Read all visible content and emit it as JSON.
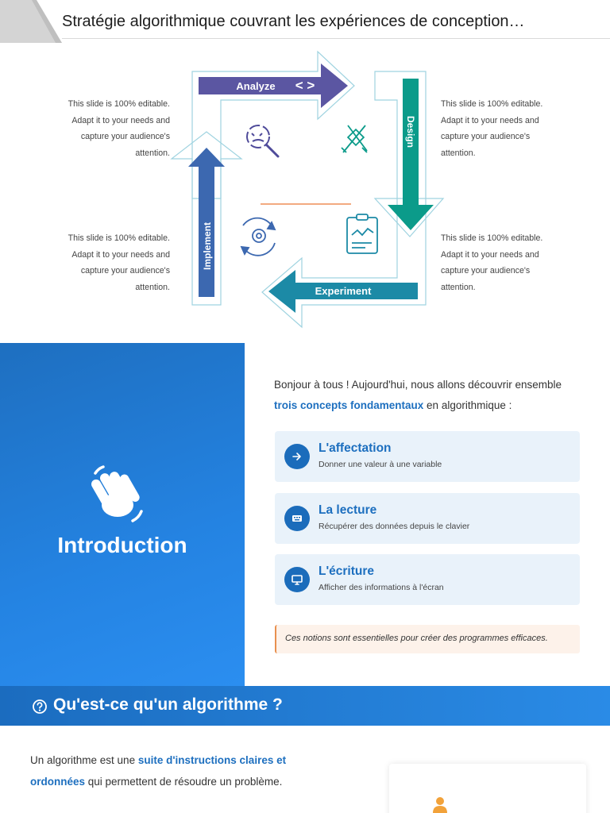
{
  "slide1": {
    "title": "Stratégie algorithmique couvrant les expériences de conception…",
    "side_texts": {
      "top_left": "This slide is 100% editable. Adapt it to your needs and capture your audience's attention.",
      "top_right": "This slide is 100% editable. Adapt it to your needs and capture your audience's attention.",
      "bottom_left": "This slide is 100% editable. Adapt it to your needs and capture your audience's attention.",
      "bottom_right": "This slide is 100% editable. Adapt it to your needs and capture your audience's attention."
    },
    "arrows": {
      "analyze": "Analyze",
      "design": "Design",
      "experiment": "Experiment",
      "implement": "Implement"
    },
    "colors": {
      "analyze": "#5b56a2",
      "design": "#0b9b8a",
      "experiment": "#1c8aa6",
      "implement": "#3c68b0"
    },
    "icons": [
      "magnifier-icon",
      "design-tools-icon",
      "gear-cycle-icon",
      "clipboard-chart-icon"
    ]
  },
  "slide2": {
    "heading": "Introduction",
    "intro_before": "Bonjour à tous ! Aujourd'hui, nous allons découvrir ensemble ",
    "intro_highlight": "trois concepts fondamentaux",
    "intro_after": " en algorithmique :",
    "concepts": [
      {
        "title": "L'affectation",
        "subtitle": "Donner une valeur à une variable",
        "icon": "arrow-right-icon"
      },
      {
        "title": "La lecture",
        "subtitle": "Récupérer des données depuis le clavier",
        "icon": "keyboard-icon"
      },
      {
        "title": "L'écriture",
        "subtitle": "Afficher des informations à l'écran",
        "icon": "monitor-icon"
      }
    ],
    "note": "Ces notions sont essentielles pour créer des programmes efficaces.",
    "colors": {
      "accent": "#1d6fbf",
      "note_border": "#e8904f"
    }
  },
  "slide3": {
    "heading": "Qu'est-ce qu'un algorithme ?",
    "text_before": "Un algorithme est une ",
    "text_highlight": "suite d'instructions claires et ordonnées",
    "text_after": " qui permettent de résoudre un problème."
  }
}
